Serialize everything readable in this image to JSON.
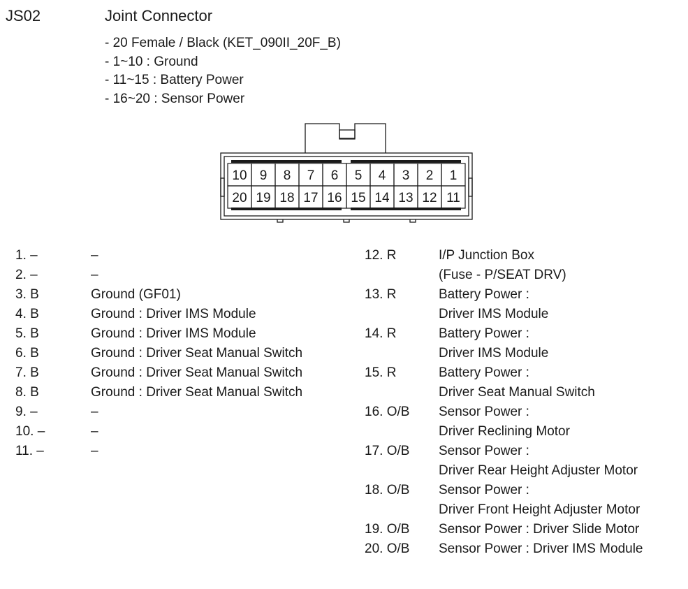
{
  "header": {
    "code": "JS02",
    "title": "Joint Connector",
    "specs": [
      "- 20 Female / Black (KET_090II_20F_B)",
      "- 1~10 : Ground",
      "- 11~15 : Battery Power",
      "- 16~20 : Sensor Power"
    ]
  },
  "connector": {
    "top_row": [
      "10",
      "9",
      "8",
      "7",
      "6",
      "5",
      "4",
      "3",
      "2",
      "1"
    ],
    "bottom_row": [
      "20",
      "19",
      "18",
      "17",
      "16",
      "15",
      "14",
      "13",
      "12",
      "11"
    ]
  },
  "left_pins": [
    {
      "num": "1. –",
      "desc": "–"
    },
    {
      "num": "2. –",
      "desc": "–"
    },
    {
      "num": "3. B",
      "desc": "Ground (GF01)"
    },
    {
      "num": "4. B",
      "desc": "Ground : Driver IMS Module"
    },
    {
      "num": "5. B",
      "desc": "Ground : Driver IMS Module"
    },
    {
      "num": "6. B",
      "desc": "Ground : Driver Seat Manual Switch"
    },
    {
      "num": "7. B",
      "desc": "Ground : Driver Seat Manual Switch"
    },
    {
      "num": "8. B",
      "desc": "Ground : Driver Seat Manual Switch"
    },
    {
      "num": "9. –",
      "desc": "–"
    },
    {
      "num": "10. –",
      "desc": "–"
    },
    {
      "num": "11. –",
      "desc": "–"
    }
  ],
  "right_pins": [
    {
      "num": "12. R",
      "desc": "I/P Junction Box"
    },
    {
      "num": "",
      "desc": "(Fuse - P/SEAT DRV)"
    },
    {
      "num": "13. R",
      "desc": "Battery Power :"
    },
    {
      "num": "",
      "desc": "Driver IMS Module"
    },
    {
      "num": "14. R",
      "desc": "Battery Power :"
    },
    {
      "num": "",
      "desc": "Driver IMS Module"
    },
    {
      "num": "15. R",
      "desc": "Battery Power :"
    },
    {
      "num": "",
      "desc": "Driver Seat Manual Switch"
    },
    {
      "num": "16. O/B",
      "desc": "Sensor Power :"
    },
    {
      "num": "",
      "desc": "Driver Reclining Motor"
    },
    {
      "num": "17. O/B",
      "desc": "Sensor Power :"
    },
    {
      "num": "",
      "desc": "Driver Rear Height Adjuster Motor"
    },
    {
      "num": "18. O/B",
      "desc": "Sensor Power :"
    },
    {
      "num": "",
      "desc": "Driver Front Height Adjuster Motor"
    },
    {
      "num": "19. O/B",
      "desc": "Sensor Power : Driver Slide Motor"
    },
    {
      "num": "20. O/B",
      "desc": "Sensor Power : Driver IMS Module"
    }
  ]
}
